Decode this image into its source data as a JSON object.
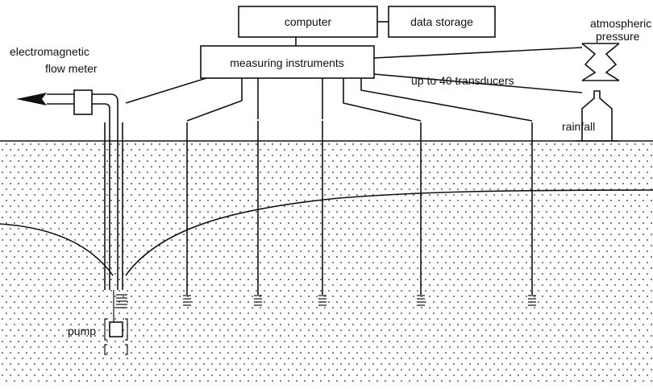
{
  "labels": {
    "computer": "computer",
    "data_storage": "data storage",
    "measuring_instruments": "measuring instruments",
    "electromagnetic": "electromagnetic",
    "flow_meter": "flow meter",
    "atmospheric": "atmospheric",
    "pressure": "pressure",
    "transducers": "up to 40 transducers",
    "rainfall": "rainfall",
    "pump": "pump"
  },
  "colors": {
    "ink": "#111111",
    "ground_dot": "#222222",
    "background": "#ffffff"
  }
}
